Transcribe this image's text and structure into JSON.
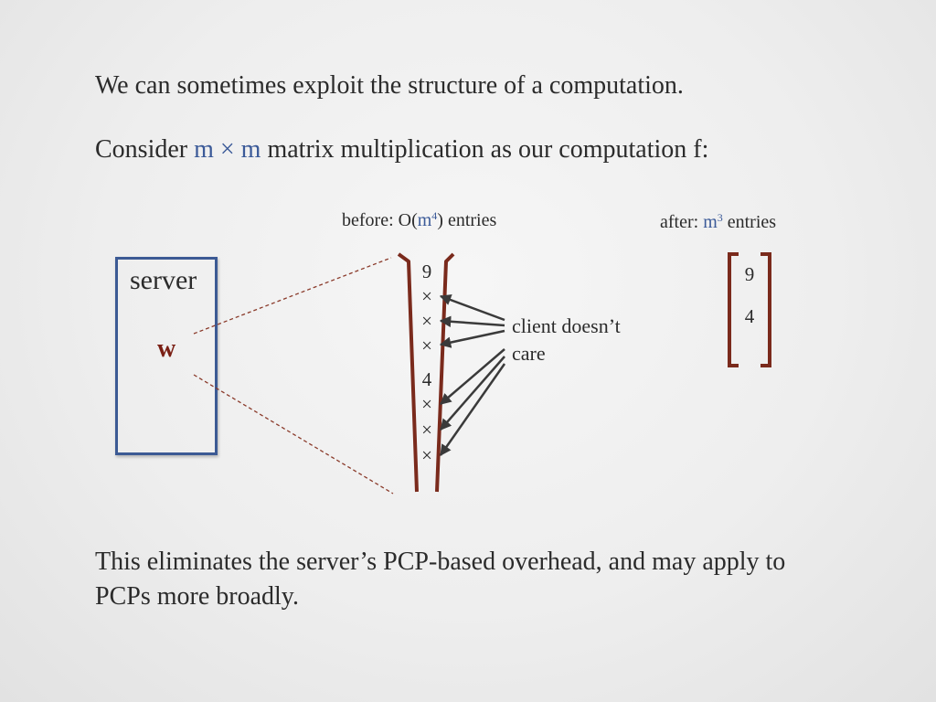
{
  "intro": {
    "line1": "We can sometimes exploit the structure of a computation.",
    "line2_prefix": "Consider ",
    "line2_highlight": "m × m",
    "line2_suffix": " matrix multiplication as our computation f:"
  },
  "before_label": {
    "prefix": "before: O(",
    "m": "m",
    "exp": "4",
    "suffix": ") entries"
  },
  "after_label": {
    "prefix": "after: ",
    "m": "m",
    "exp": "3",
    "suffix": " entries"
  },
  "server": {
    "label": "server",
    "proof_label": "w"
  },
  "before_vector": [
    "9",
    "×",
    "×",
    "×",
    "4",
    "×",
    "×",
    "×"
  ],
  "after_vector": [
    "9",
    "4"
  ],
  "client_note": {
    "line1": "client doesn’t",
    "line2": "care"
  },
  "bottom": {
    "text": "This eliminates the server’s PCP-based overhead, and may apply to PCPs more broadly."
  },
  "colors": {
    "accent_blue": "#3b5a98",
    "bracket_brown": "#7a2a1c",
    "server_box_blue": "#3c5a94",
    "arrow_gray": "#3a3a3a"
  }
}
